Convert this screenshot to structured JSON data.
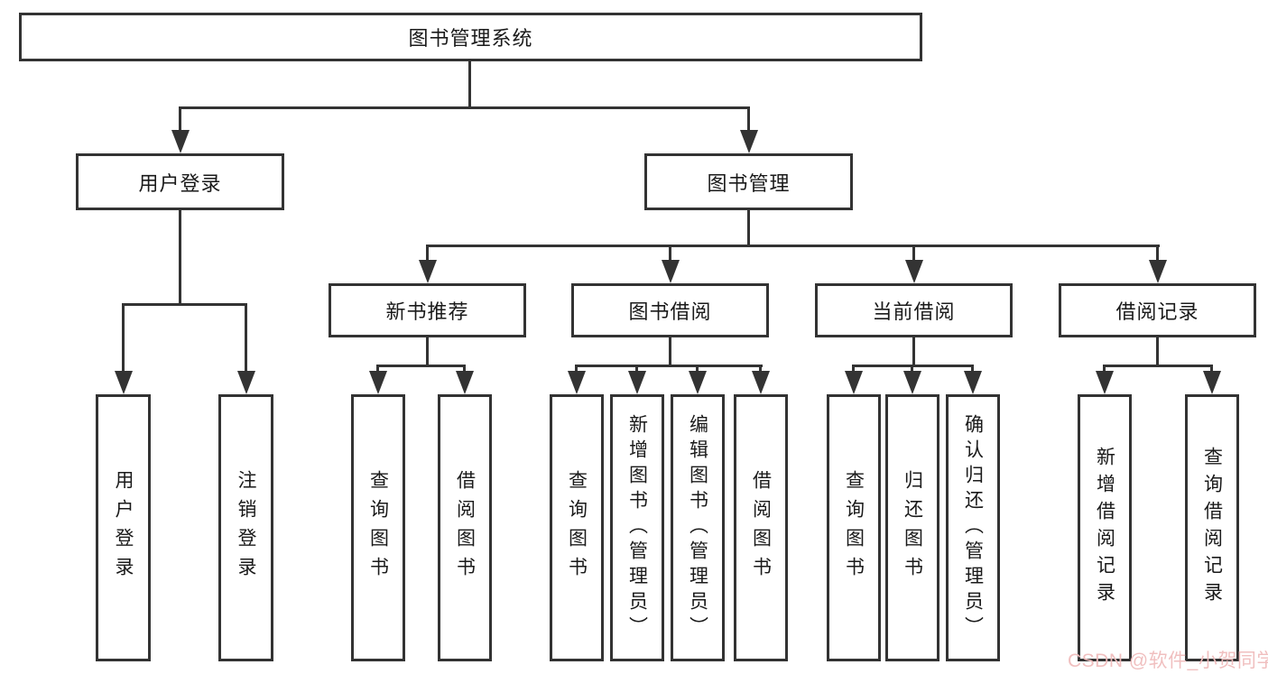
{
  "diagram_title": "图书管理系统",
  "tree": {
    "label": "图书管理系统",
    "children": [
      {
        "label": "用户登录",
        "children": [
          {
            "label": "用户登录"
          },
          {
            "label": "注销登录"
          }
        ]
      },
      {
        "label": "图书管理",
        "children": [
          {
            "label": "新书推荐",
            "children": [
              {
                "label": "查询图书"
              },
              {
                "label": "借阅图书"
              }
            ]
          },
          {
            "label": "图书借阅",
            "children": [
              {
                "label": "查询图书"
              },
              {
                "label": "新增图书（管理员）"
              },
              {
                "label": "编辑图书（管理员）"
              },
              {
                "label": "借阅图书"
              }
            ]
          },
          {
            "label": "当前借阅",
            "children": [
              {
                "label": "查询图书"
              },
              {
                "label": "归还图书"
              },
              {
                "label": "确认归还（管理员）"
              }
            ]
          },
          {
            "label": "借阅记录",
            "children": [
              {
                "label": "新增借阅记录"
              },
              {
                "label": "查询借阅记录"
              }
            ]
          }
        ]
      }
    ]
  },
  "watermark": {
    "text": "CSDN @软件_小贺同学",
    "color": "#f0bcbc"
  },
  "colors": {
    "background": "#ffffff",
    "line": "#333333",
    "box_border": "#333333",
    "text": "#1a1a1a"
  }
}
